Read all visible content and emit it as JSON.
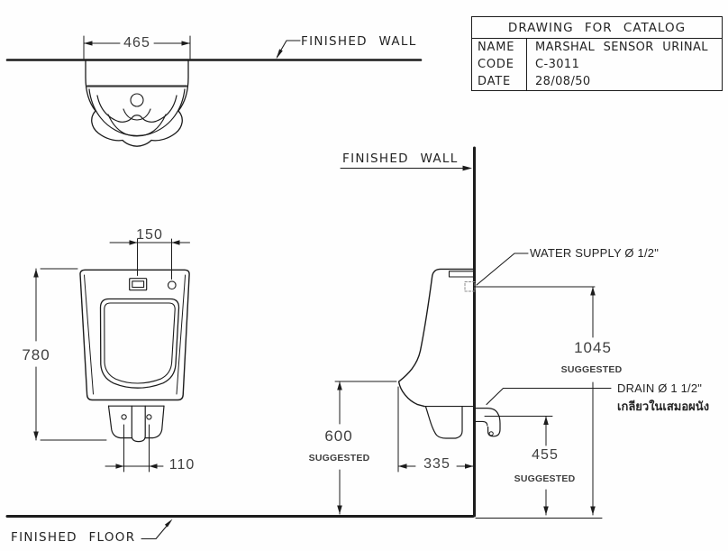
{
  "title_block": {
    "title": "DRAWING FOR CATALOG",
    "rows": [
      {
        "label": "NAME",
        "value": "MARSHAL SENSOR URINAL"
      },
      {
        "label": "CODE",
        "value": "C-3011"
      },
      {
        "label": "DATE",
        "value": "28/08/50"
      }
    ]
  },
  "labels": {
    "finished_wall_top": "FINISHED WALL",
    "finished_wall_side": "FINISHED WALL",
    "finished_floor": "FINISHED FLOOR",
    "water_supply": "WATER SUPPLY Ø 1/2\"",
    "drain": "DRAIN Ø 1 1/2\"",
    "drain_note_thai": "เกลียวในเสมอผนัง",
    "suggested": "SUGGESTED"
  },
  "dimensions": {
    "top_width_mm": "465",
    "sensor_to_hole_mm": "150",
    "body_height_mm": "780",
    "hole_spacing_mm": "110",
    "rim_height_mm": "600",
    "depth_from_wall_mm": "335",
    "water_supply_height_mm": "1045",
    "drain_height_mm": "455"
  },
  "colors": {
    "line": "#1c1c1c",
    "text": "#242424",
    "dim_text": "#3f3f3f"
  }
}
